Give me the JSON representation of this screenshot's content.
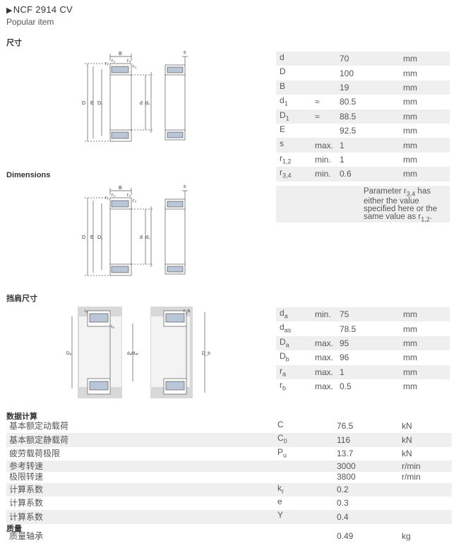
{
  "header": {
    "title": "NCF 2914 CV",
    "subtitle": "Popular item"
  },
  "sections": {
    "dimensions_cn": "尺寸",
    "dimensions_en": "Dimensions",
    "abutment": "挡肩尺寸",
    "calc_data": "数据计算",
    "mass": "质量"
  },
  "dimensions": [
    {
      "sym": "d",
      "sub": "",
      "q": "",
      "val": "70",
      "unit": "mm"
    },
    {
      "sym": "D",
      "sub": "",
      "q": "",
      "val": "100",
      "unit": "mm"
    },
    {
      "sym": "B",
      "sub": "",
      "q": "",
      "val": "19",
      "unit": "mm"
    },
    {
      "sym": "d",
      "sub": "1",
      "q": "≈",
      "val": "80.5",
      "unit": "mm"
    },
    {
      "sym": "D",
      "sub": "1",
      "q": "≈",
      "val": "88.5",
      "unit": "mm"
    },
    {
      "sym": "E",
      "sub": "",
      "q": "",
      "val": "92.5",
      "unit": "mm"
    },
    {
      "sym": "s",
      "sub": "",
      "q": "max.",
      "val": "1",
      "unit": "mm"
    },
    {
      "sym": "r",
      "sub": "1,2",
      "q": "min.",
      "val": "1",
      "unit": "mm"
    },
    {
      "sym": "r",
      "sub": "3,4",
      "q": "min.",
      "val": "0.6",
      "unit": "mm"
    }
  ],
  "note": {
    "line1": "Parameter r",
    "sub1": "3,4",
    "line1b": " has",
    "line2": "either the value",
    "line3": "specified here or the",
    "line4": "same value as r",
    "sub4": "1,2",
    "end": "."
  },
  "abutment_dims": [
    {
      "sym": "d",
      "sub": "a",
      "q": "min.",
      "val": "75",
      "unit": "mm"
    },
    {
      "sym": "d",
      "sub": "as",
      "q": "",
      "val": "78.5",
      "unit": "mm"
    },
    {
      "sym": "D",
      "sub": "a",
      "q": "max.",
      "val": "95",
      "unit": "mm"
    },
    {
      "sym": "D",
      "sub": "b",
      "q": "max.",
      "val": "96",
      "unit": "mm"
    },
    {
      "sym": "r",
      "sub": "a",
      "q": "max.",
      "val": "1",
      "unit": "mm"
    },
    {
      "sym": "r",
      "sub": "b",
      "q": "max.",
      "val": "0.5",
      "unit": "mm"
    }
  ],
  "calc": [
    {
      "label": "基本额定动载荷",
      "sym": "C",
      "sub": "",
      "val": "76.5",
      "unit": "kN"
    },
    {
      "label": "基本额定静载荷",
      "sym": "C",
      "sub": "0",
      "val": "116",
      "unit": "kN"
    },
    {
      "label": "疲劳载荷极限",
      "sym": "P",
      "sub": "u",
      "val": "13.7",
      "unit": "kN"
    },
    {
      "label": "参考转速",
      "sym": "",
      "sub": "",
      "val": "3000",
      "unit": "r/min"
    },
    {
      "label": "极限转速",
      "sym": "",
      "sub": "",
      "val": "3800",
      "unit": "r/min"
    },
    {
      "label": "计算系数",
      "sym": "k",
      "sub": "r",
      "val": "0.2",
      "unit": ""
    },
    {
      "label": "计算系数",
      "sym": "e",
      "sub": "",
      "val": "0.3",
      "unit": ""
    },
    {
      "label": "计算系数",
      "sym": "Y",
      "sub": "",
      "val": "0.4",
      "unit": ""
    }
  ],
  "mass": {
    "label": "质量轴承",
    "val": "0.49",
    "unit": "kg"
  },
  "diagram_labels": {
    "B": "B",
    "D": "D",
    "E": "E",
    "D1": "D₁",
    "d": "d",
    "d1": "d₁",
    "s": "s",
    "r1": "r₁",
    "r2": "r₂",
    "r3": "r₃",
    "r4": "r₄",
    "ra": "rₐ",
    "rb": "r_b",
    "Da": "Dₐ",
    "Db": "D_b",
    "da_das": "dₐ/dₐₛ"
  }
}
